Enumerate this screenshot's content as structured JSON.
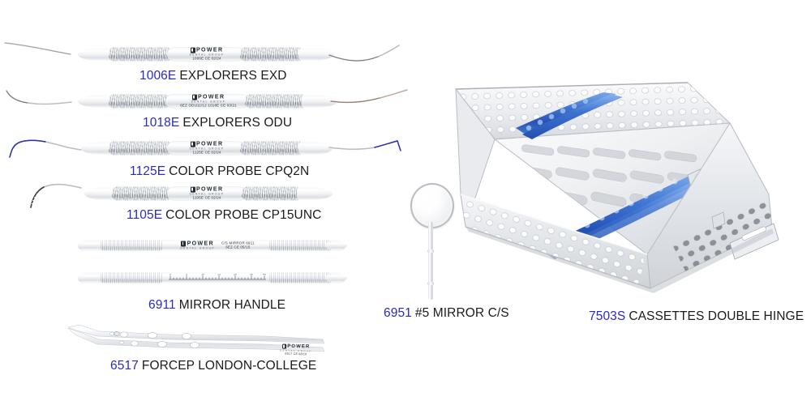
{
  "page": {
    "background": "#ffffff",
    "accent_code_color": "#2a2ac6",
    "text_color": "#1b1b1b"
  },
  "products": [
    {
      "id": "explorer-exd",
      "code": "1006E",
      "name": "EXPLORERS EXD",
      "caption": "1006E EXPLORERS EXD",
      "handle_print": {
        "brand": "POWER",
        "subbrand": "DENTAL GROUP",
        "code_line": "1006E",
        "ce_line": "CE 02/24"
      }
    },
    {
      "id": "explorer-odu",
      "code": "1018E",
      "name": "EXPLORERS ODU",
      "caption": "1018E EXPLORERS ODU",
      "handle_print": {
        "brand": "POWER",
        "subbrand": "DENTAL GROUP",
        "code_line": "6EZ ODU11/12  1018E",
        "ce_line": "CE 03/21"
      }
    },
    {
      "id": "color-probe-cpq2n",
      "code": "1125E",
      "name": "COLOR PROBE CPQ2N",
      "caption": "1125E COLOR PROBE CPQ2N",
      "handle_print": {
        "brand": "POWER",
        "subbrand": "DENTAL GROUP",
        "code_line": "1125E",
        "ce_line": "CE 02/24"
      }
    },
    {
      "id": "color-probe-cp15unc",
      "code": "1105E",
      "name": "COLOR PROBE CP15UNC",
      "caption": "1105E COLOR PROBE CP15UNC",
      "handle_print": {
        "brand": "POWER",
        "subbrand": "DENTAL GROUP",
        "code_line": "1105E",
        "ce_line": "CE 02/24"
      }
    },
    {
      "id": "mirror-handle",
      "code": "6911",
      "name": "MIRROR HANDLE",
      "caption": "6911 MIRROR HANDLE",
      "handle_print": {
        "brand": "POWER",
        "subbrand": "DENTAL GROUP",
        "code_line": "C/S MIRROR 6911",
        "ce_line": "6EZ CE 05/15"
      },
      "ruler_labels": [
        "0",
        "5",
        "10",
        "15",
        "20",
        "mm",
        "30",
        "35",
        "40",
        "45"
      ]
    },
    {
      "id": "forcep-london-college",
      "code": "6517",
      "name": "FORCEP LONDON-COLLEGE",
      "caption": "6517 FORCEP LONDON-COLLEGE",
      "handle_print": {
        "brand": "POWER",
        "subbrand": "DENTAL GROUP",
        "code_line": "6517",
        "ce_line": "CE 08/19"
      }
    },
    {
      "id": "mirror-cs",
      "code": "6951",
      "name": "#5 MIRROR C/S",
      "caption": "6951 #5 MIRROR C/S"
    },
    {
      "id": "cassette-double-hinge",
      "code": "7503S",
      "name": "CASSETTES DOUBLE HINGE",
      "caption": "7503S CASSETTES DOUBLE HINGE",
      "colors": {
        "silicone_rail": "#2f66c8",
        "silicone_rail_light": "#5e93e0",
        "steel_light": "#f2f3f5",
        "steel_mid": "#d3d7dc",
        "steel_dark": "#a8adb4"
      }
    }
  ]
}
